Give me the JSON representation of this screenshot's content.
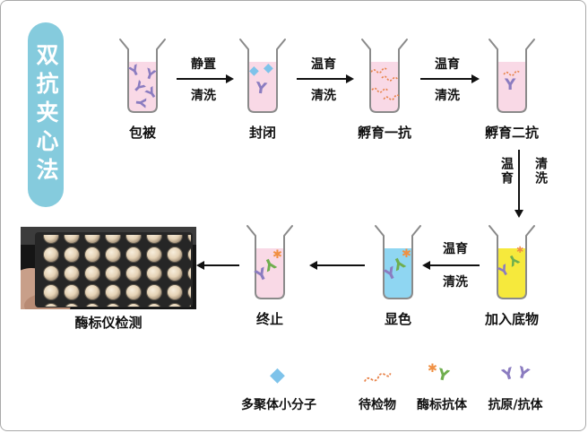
{
  "title": "双抗夹心法",
  "steps": {
    "coating": "包被",
    "blocking": "封闭",
    "primary": "孵育一抗",
    "secondary": "孵育二抗",
    "substrate": "加入底物",
    "develop": "显色",
    "stop": "终止",
    "detect": "酶标仪检测"
  },
  "arrows": {
    "a1": {
      "top": "静置",
      "bottom": "清洗"
    },
    "a2": {
      "top": "温育",
      "bottom": "清洗"
    },
    "a3": {
      "top": "温育",
      "bottom": "清洗"
    },
    "down": {
      "left": "温育",
      "right": "清洗"
    },
    "a5": {
      "top": "温育",
      "bottom": "清洗"
    }
  },
  "legend": {
    "items": [
      {
        "icon": "blue-diamond-icon",
        "label": "多聚体小分子"
      },
      {
        "icon": "orange-squiggle-icon",
        "label": "待检物"
      },
      {
        "icon": "enzyme-labeled-antibody-icon",
        "label": "酶标抗体"
      },
      {
        "icon": "purple-antibody-icon",
        "label": "抗原/抗体"
      }
    ]
  },
  "colors": {
    "badge_blue": "#85cbdd",
    "liquid_pink": "#f9d9e6",
    "liquid_yellow": "#f6e93c",
    "liquid_blue": "#8fd6f2",
    "antibody_purple": "#8b7cc0",
    "antibody_green": "#6fae4e",
    "marker_orange": "#f09043",
    "analyte_orange": "#e8834a"
  }
}
